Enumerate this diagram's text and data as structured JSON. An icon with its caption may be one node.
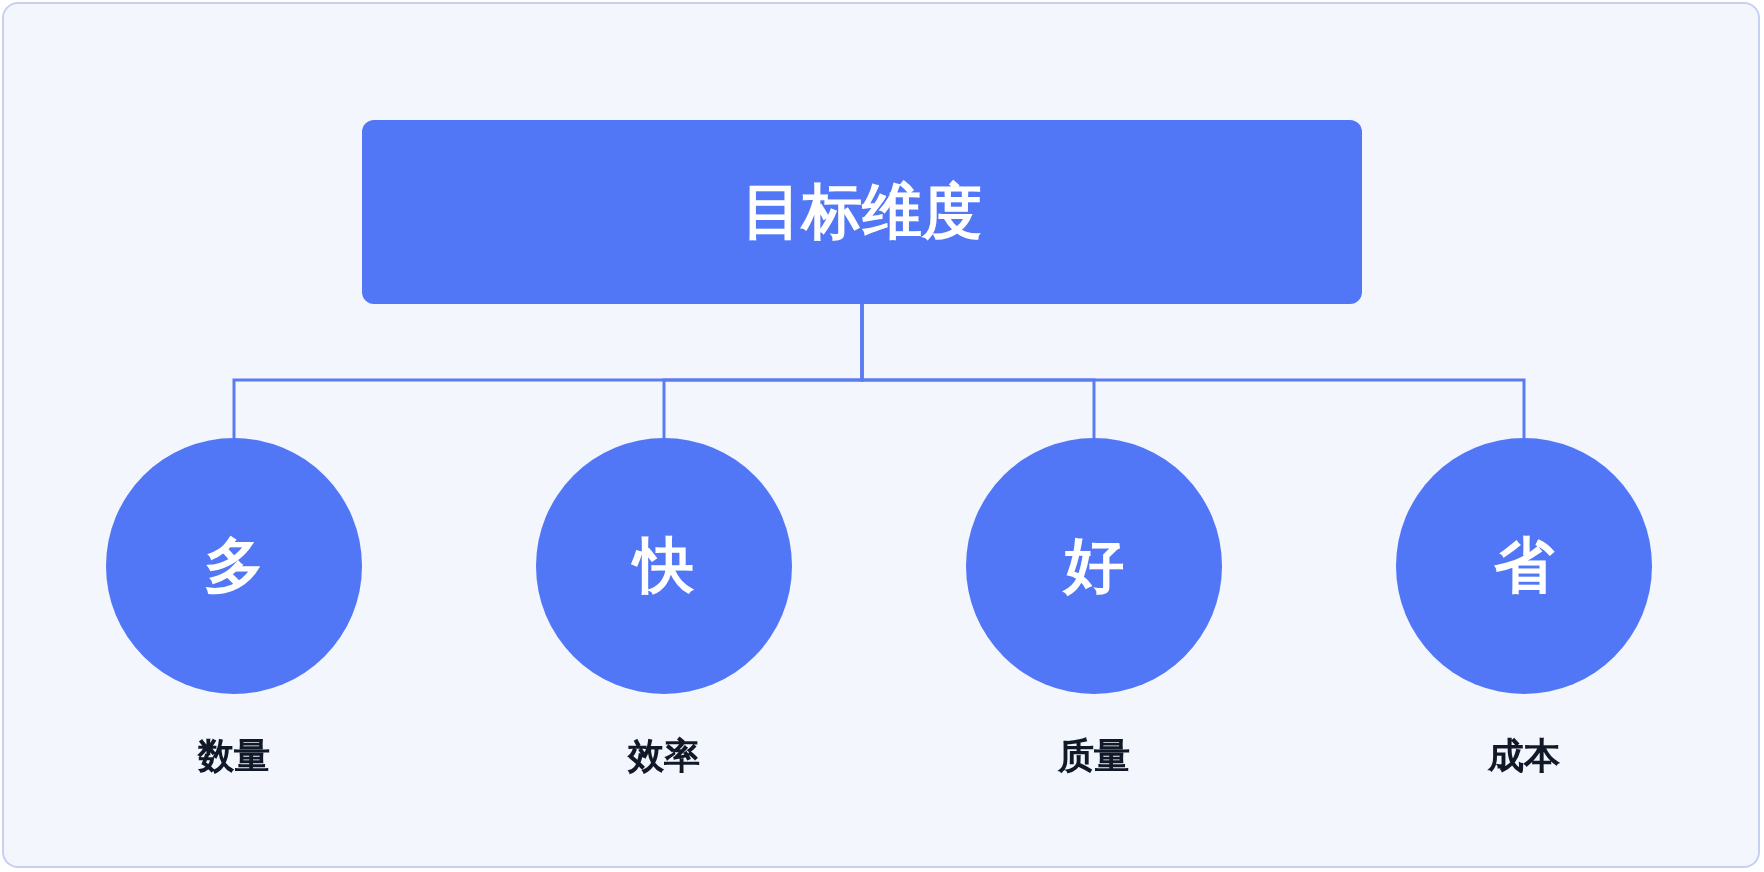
{
  "diagram": {
    "nodes": [
      {
        "text": [
          "目标维度"
        ]
      },
      {
        "text": [
          "多"
        ],
        "beside": [
          "数量"
        ]
      },
      {
        "text": [
          "快"
        ],
        "beside": [
          "效率"
        ]
      },
      {
        "text": [
          "好"
        ],
        "beside": [
          "质量"
        ]
      },
      {
        "text": [
          "省"
        ],
        "beside": [
          "成本"
        ]
      }
    ],
    "edges": [
      {
        "from": 0,
        "to": 1,
        "arrow": "none"
      },
      {
        "from": 0,
        "to": 2,
        "arrow": "none"
      },
      {
        "from": 0,
        "to": 3,
        "arrow": "none"
      },
      {
        "from": 0,
        "to": 4,
        "arrow": "none"
      }
    ]
  }
}
